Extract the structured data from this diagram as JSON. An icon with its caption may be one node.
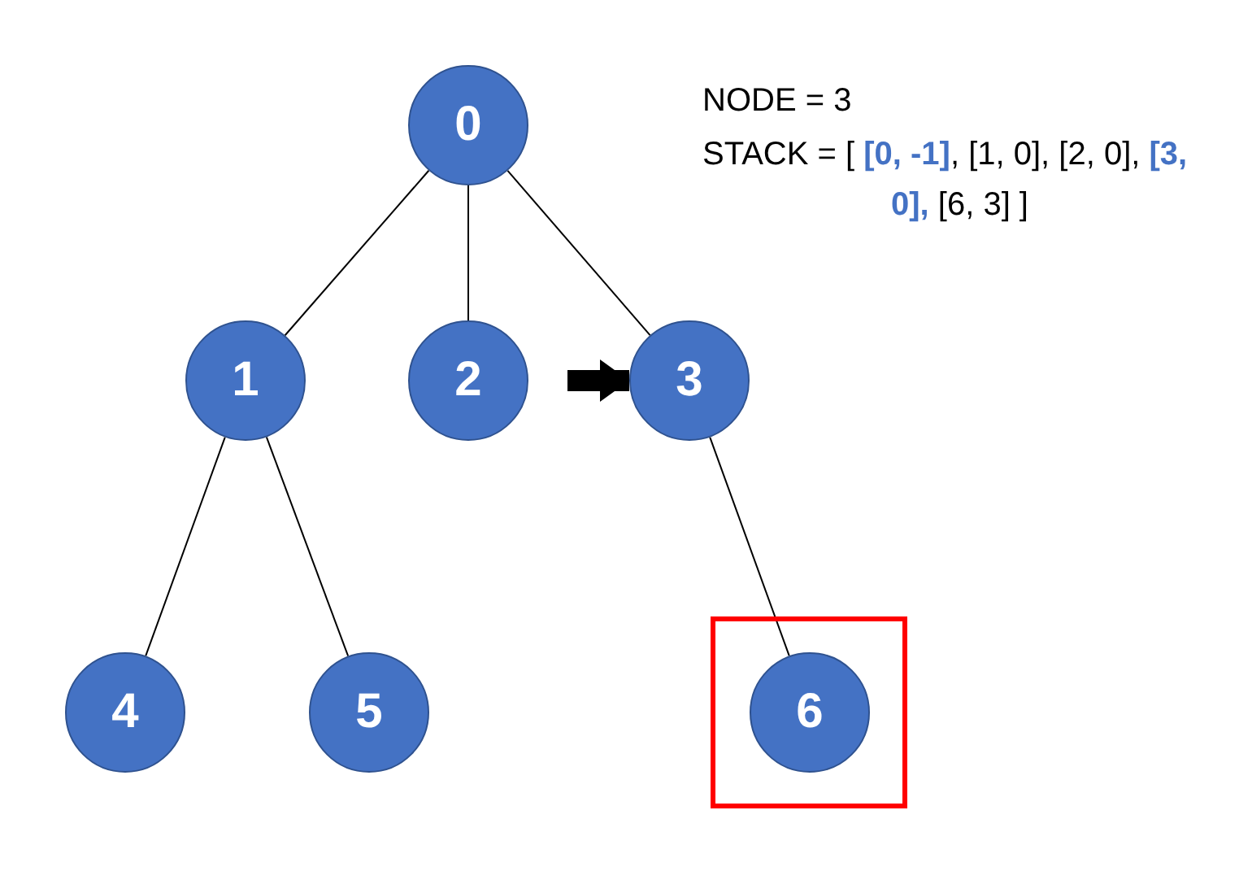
{
  "diagram": {
    "nodes": [
      {
        "text": [
          "0"
        ]
      },
      {
        "text": [
          "1"
        ]
      },
      {
        "text": [
          "2"
        ]
      },
      {
        "text": [
          "3"
        ]
      },
      {
        "text": [
          "4"
        ]
      },
      {
        "text": [
          "5"
        ]
      },
      {
        "text": [],
        "shape": "box"
      },
      {
        "text": [
          "6"
        ],
        "in": 6
      }
    ],
    "edges": [
      {
        "from": 0,
        "to": 1,
        "arrow": "none"
      },
      {
        "from": 0,
        "to": 2,
        "arrow": "none"
      },
      {
        "from": 0,
        "to": 3,
        "arrow": "none"
      },
      {
        "from": 1,
        "to": 4,
        "arrow": "none"
      },
      {
        "from": 1,
        "to": 5,
        "arrow": "none"
      },
      {
        "from": 3,
        "to": 7,
        "arrow": "none"
      },
      {
        "from": null,
        "to": 3,
        "arrow": "to",
        "style": "thick"
      }
    ],
    "labels": [
      "NODE = 3",
      "STACK = [ **[0, -1]**, [1, 0], [2, 0], **[3, 0],** [6, 3] ]"
    ]
  }
}
